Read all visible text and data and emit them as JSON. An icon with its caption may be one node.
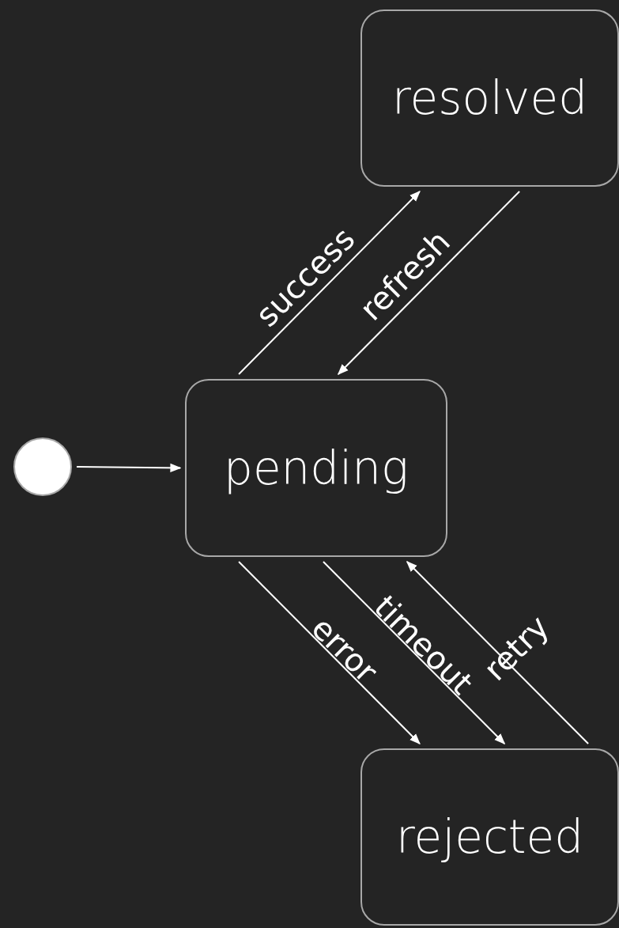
{
  "diagram": {
    "nodes": [
      {
        "text": [
          "resolved"
        ]
      },
      {
        "text": [],
        "shape": "circle"
      },
      {
        "text": [
          "pending"
        ]
      },
      {
        "text": [
          "rejected"
        ]
      }
    ],
    "edges": [
      {
        "from": 1,
        "to": 2,
        "arrow": "to"
      },
      {
        "from": 2,
        "to": 0,
        "arrow": "to",
        "label": "success"
      },
      {
        "from": 0,
        "to": 2,
        "arrow": "to",
        "label": "refresh"
      },
      {
        "from": 2,
        "to": 3,
        "arrow": "to",
        "label": "error"
      },
      {
        "from": 2,
        "to": 3,
        "arrow": "to",
        "label": "timeout"
      },
      {
        "from": 3,
        "to": 2,
        "arrow": "to",
        "label": "retry"
      }
    ]
  }
}
